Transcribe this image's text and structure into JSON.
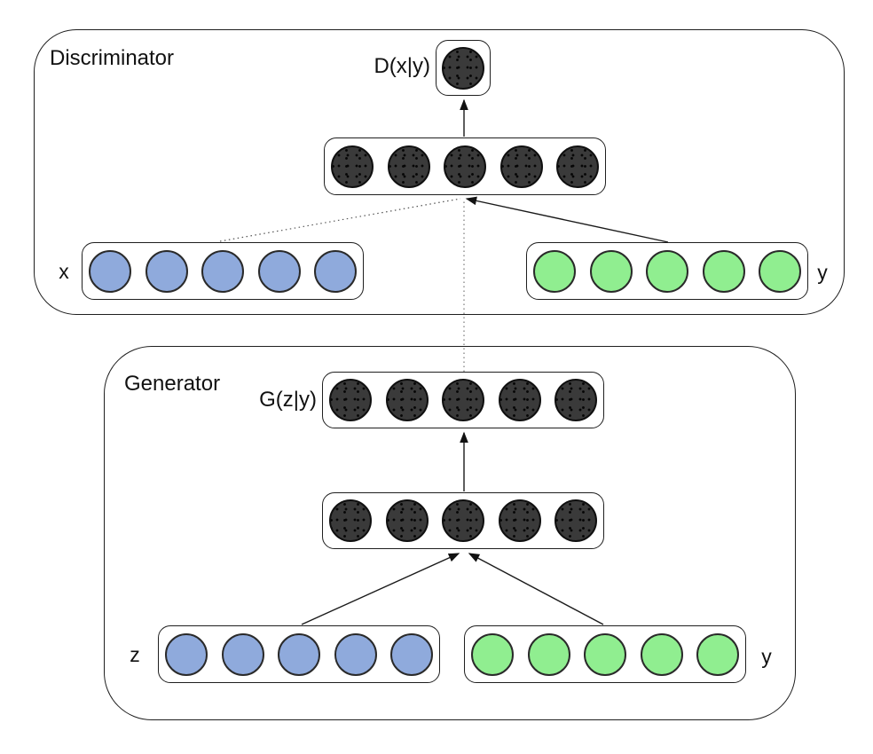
{
  "discriminator": {
    "label": "Discriminator",
    "output_label": "D(x|y)",
    "input_left_label": "x",
    "input_right_label": "y"
  },
  "generator": {
    "label": "Generator",
    "output_label": "G(z|y)",
    "input_left_label": "z",
    "input_right_label": "y"
  },
  "layers": {
    "disc_output": {
      "nodes": 1,
      "color": "dark"
    },
    "disc_hidden": {
      "nodes": 5,
      "color": "dark"
    },
    "disc_input_x": {
      "nodes": 5,
      "color": "blue"
    },
    "disc_input_y": {
      "nodes": 5,
      "color": "green"
    },
    "gen_output": {
      "nodes": 5,
      "color": "dark"
    },
    "gen_hidden": {
      "nodes": 5,
      "color": "dark"
    },
    "gen_input_z": {
      "nodes": 5,
      "color": "blue"
    },
    "gen_input_y": {
      "nodes": 5,
      "color": "green"
    }
  },
  "colors": {
    "node_blue": "#8FAADC",
    "node_green": "#90EE90",
    "node_dark": "#3a3a3a",
    "outline": "#1f1f1f"
  }
}
